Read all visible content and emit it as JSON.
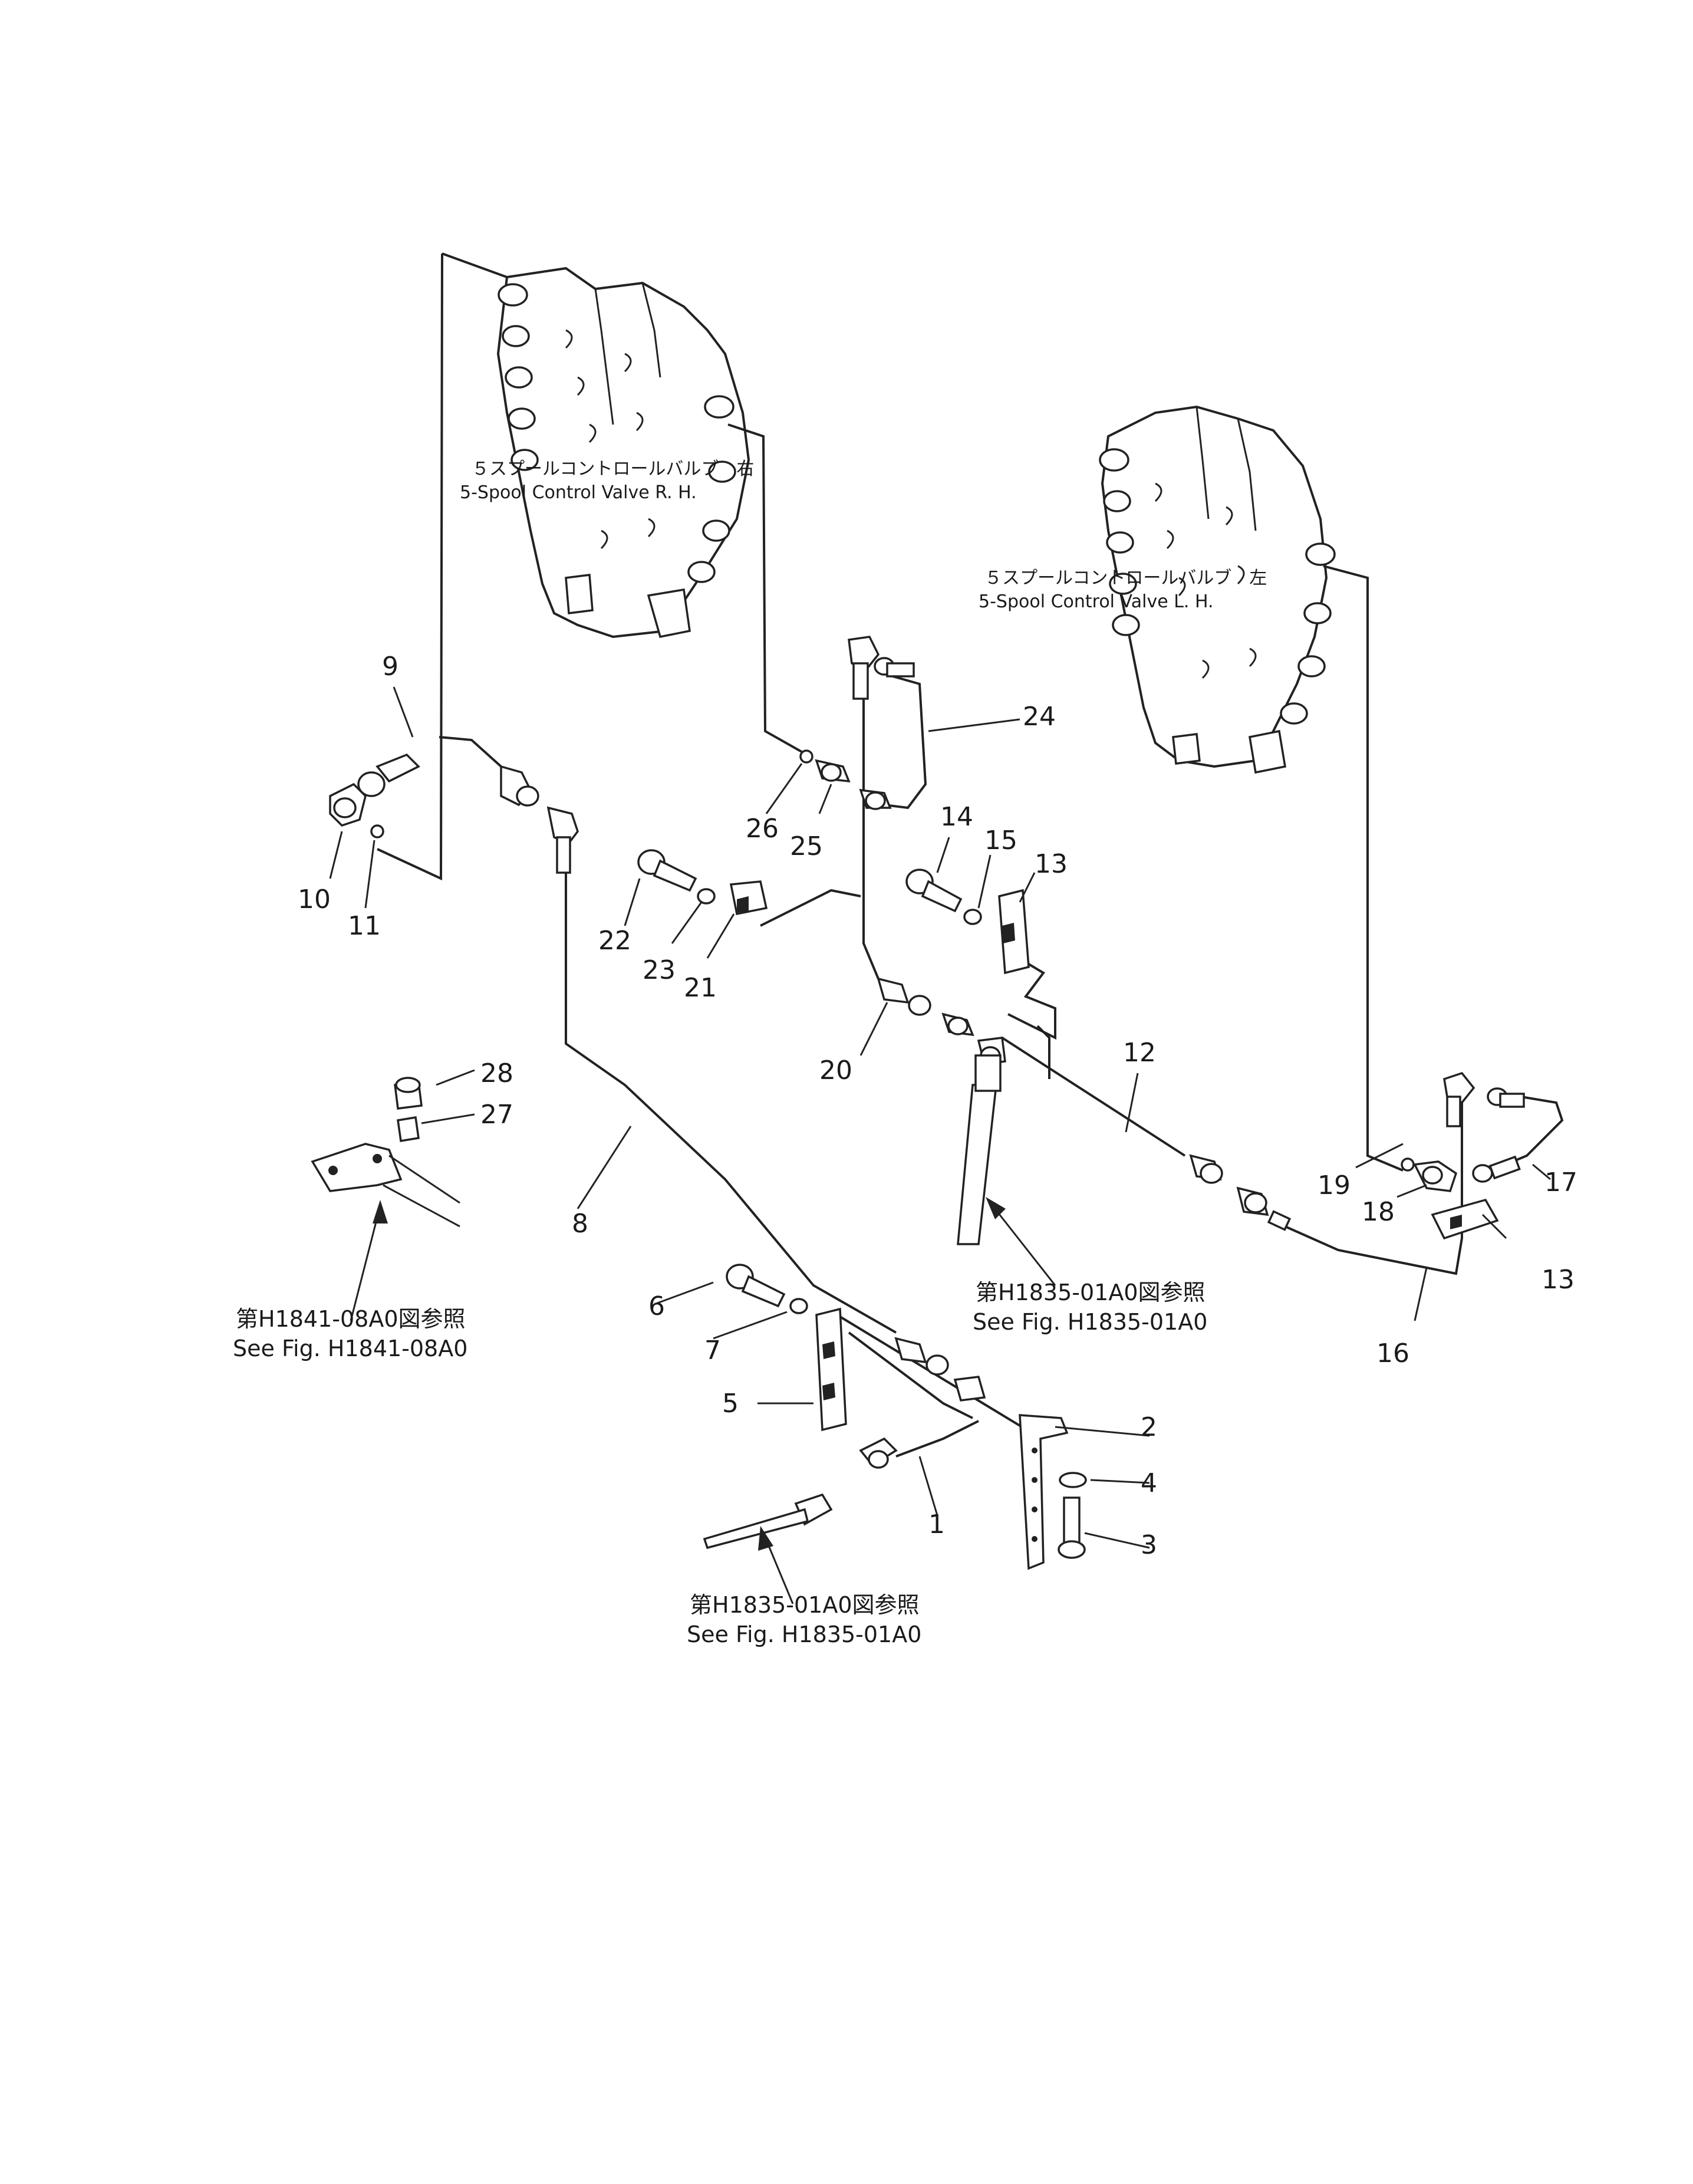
{
  "valves": {
    "rh": {
      "label_jp": "５スプールコントロールバルブ　右",
      "label_en": "5-Spool  Control  Valve  R. H."
    },
    "lh": {
      "label_jp": "５スプールコントロールバルブ　左",
      "label_en": "5-Spool  Control  Valve  L. H."
    }
  },
  "references": {
    "ref_a": {
      "jp": "第H1841-08A0図参照",
      "en": "See  Fig.  H1841-08A0"
    },
    "ref_b": {
      "jp": "第H1835-01A0図参照",
      "en": "See  Fig.  H1835-01A0"
    },
    "ref_c": {
      "jp": "第H1835-01A0図参照",
      "en": "See  Fig.  H1835-01A0"
    }
  },
  "part_numbers": {
    "p1": "1",
    "p2": "2",
    "p3": "3",
    "p4": "4",
    "p5": "5",
    "p6": "6",
    "p7": "7",
    "p8": "8",
    "p9": "9",
    "p10": "10",
    "p11": "11",
    "p12": "12",
    "p13a": "13",
    "p13b": "13",
    "p14": "14",
    "p15": "15",
    "p16": "16",
    "p17": "17",
    "p18": "18",
    "p19": "19",
    "p20": "20",
    "p21": "21",
    "p22": "22",
    "p23": "23",
    "p24": "24",
    "p25": "25",
    "p26": "26",
    "p27": "27",
    "p28": "28"
  }
}
